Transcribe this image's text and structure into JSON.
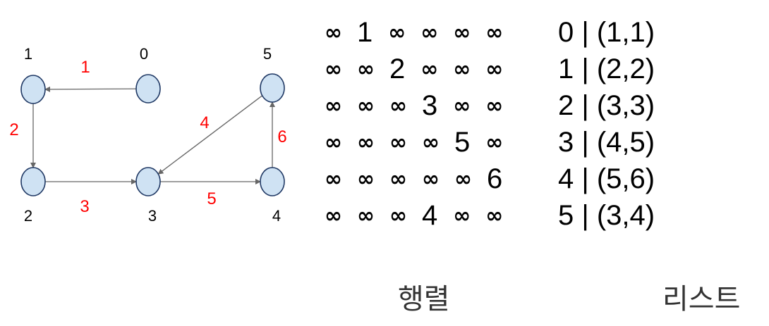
{
  "graph": {
    "nodes": [
      {
        "id": "0",
        "label": "0"
      },
      {
        "id": "1",
        "label": "1"
      },
      {
        "id": "2",
        "label": "2"
      },
      {
        "id": "3",
        "label": "3"
      },
      {
        "id": "4",
        "label": "4"
      },
      {
        "id": "5",
        "label": "5"
      }
    ],
    "edges": [
      {
        "from": "0",
        "to": "1",
        "weight": "1"
      },
      {
        "from": "1",
        "to": "2",
        "weight": "2"
      },
      {
        "from": "2",
        "to": "3",
        "weight": "3"
      },
      {
        "from": "5",
        "to": "3",
        "weight": "4"
      },
      {
        "from": "3",
        "to": "4",
        "weight": "5"
      },
      {
        "from": "4",
        "to": "5",
        "weight": "6"
      }
    ],
    "colors": {
      "node_fill": "#cfe2f3",
      "node_stroke": "#1f3864",
      "edge": "#666666",
      "weight": "#ff0000"
    }
  },
  "matrix": {
    "caption": "행렬",
    "rows": [
      [
        "∞",
        "1",
        "∞",
        "∞",
        "∞",
        "∞"
      ],
      [
        "∞",
        "∞",
        "2",
        "∞",
        "∞",
        "∞"
      ],
      [
        "∞",
        "∞",
        "∞",
        "3",
        "∞",
        "∞"
      ],
      [
        "∞",
        "∞",
        "∞",
        "∞",
        "5",
        "∞"
      ],
      [
        "∞",
        "∞",
        "∞",
        "∞",
        "∞",
        "6"
      ],
      [
        "∞",
        "∞",
        "∞",
        "4",
        "∞",
        "∞"
      ]
    ]
  },
  "list": {
    "caption": "리스트",
    "rows": [
      "0 | (1,1)",
      "1 | (2,2)",
      "2 | (3,3)",
      "3 | (4,5)",
      "4 | (5,6)",
      "5 | (3,4)"
    ]
  }
}
